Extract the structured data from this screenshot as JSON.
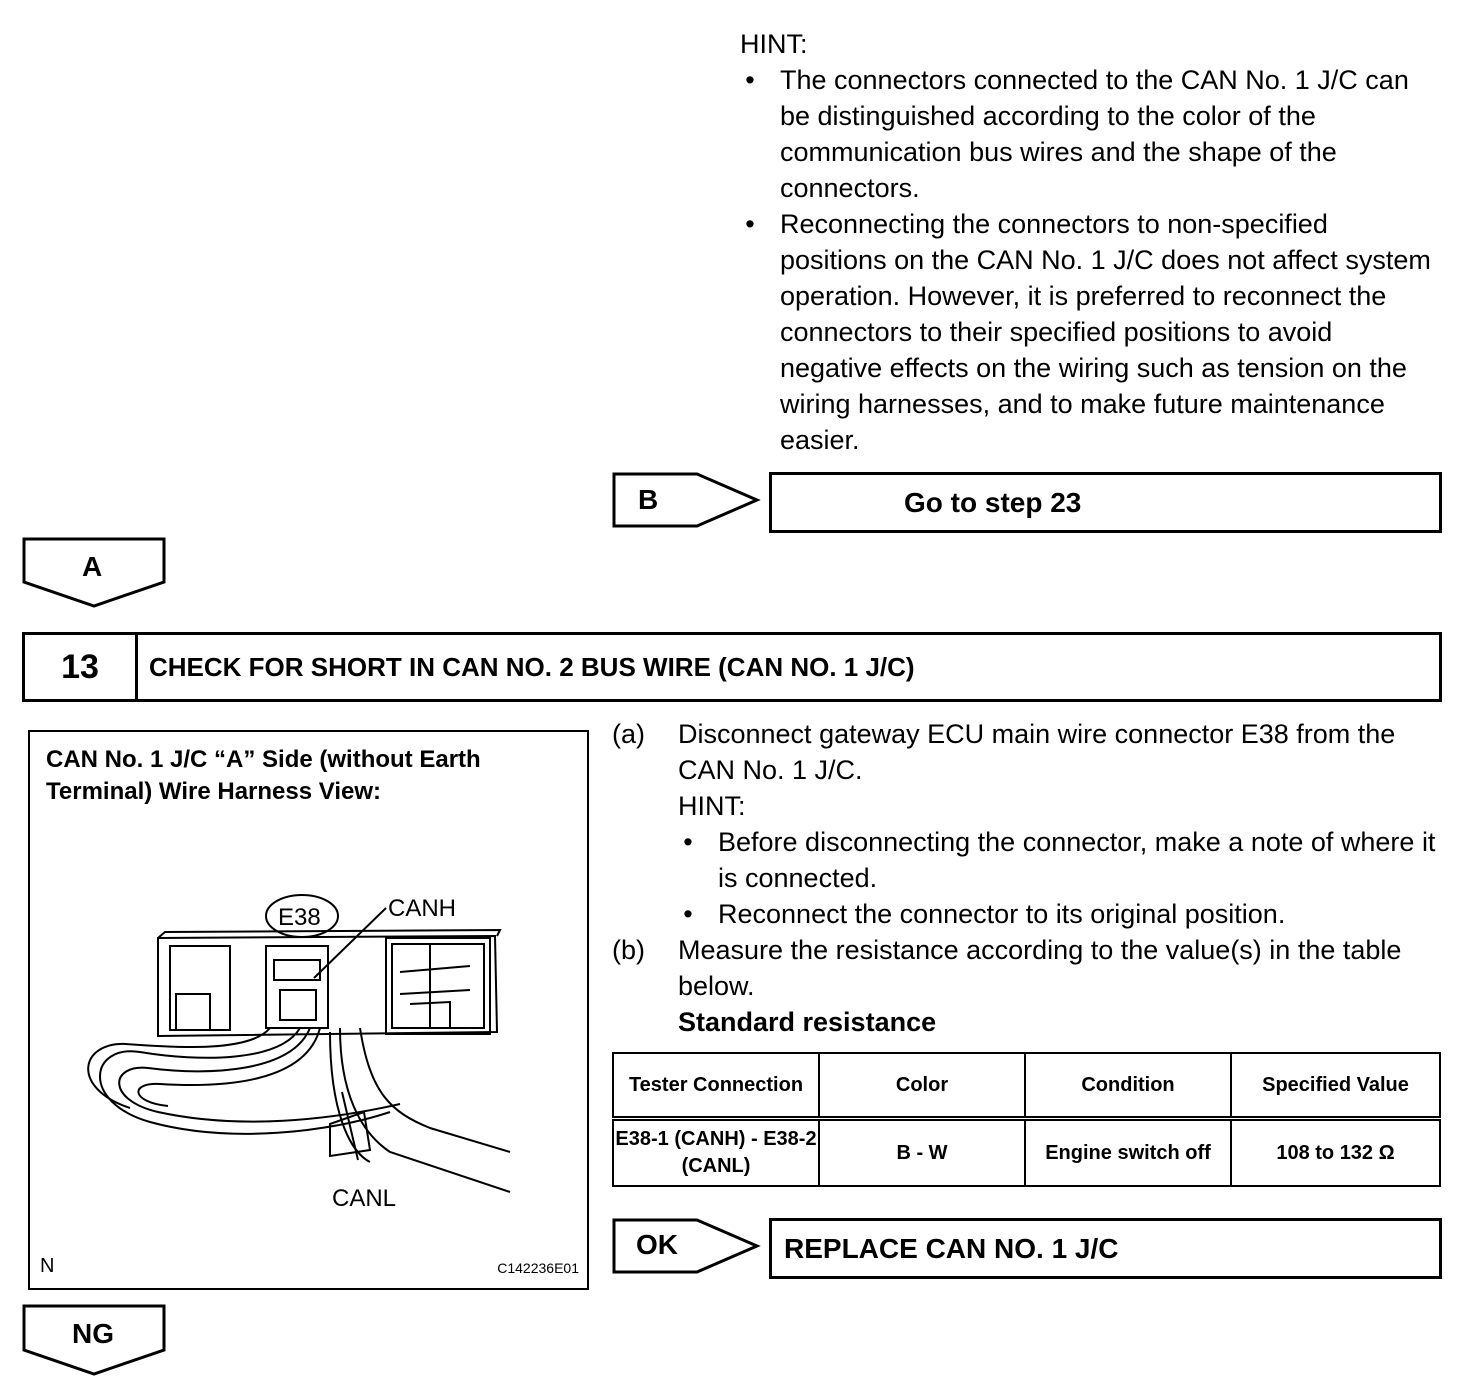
{
  "hint_top": {
    "title": "HINT:",
    "bullets": [
      "The connectors connected to the CAN No. 1 J/C can be distinguished according to the color of the communication bus wires and the shape of the connectors.",
      "Reconnecting the connectors to non-specified positions on the CAN No. 1 J/C does not affect system operation. However, it is preferred to reconnect the connectors to their specified positions to avoid negative effects on the wiring such as tension on the wiring harnesses, and to make future maintenance easier."
    ]
  },
  "branch_b": {
    "label": "B",
    "result": "Go to step 23"
  },
  "branch_a": {
    "label": "A"
  },
  "step": {
    "number": "13",
    "title": "CHECK FOR SHORT IN CAN NO. 2 BUS WIRE (CAN NO. 1 J/C)"
  },
  "illustration": {
    "caption_line1": "CAN No. 1 J/C “A” Side (without Earth",
    "caption_line2": "Terminal) Wire Harness View:",
    "connector": "E38",
    "label_canh": "CANH",
    "label_canl": "CANL",
    "corner_n": "N",
    "code": "C142236E01"
  },
  "procedure": {
    "a": {
      "label": "(a)",
      "text": "Disconnect gateway ECU main wire connector E38 from the CAN No. 1 J/C.",
      "hint_title": "HINT:",
      "hints": [
        "Before disconnecting the connector, make a note of where it is connected.",
        "Reconnect the connector to its original position."
      ]
    },
    "b": {
      "label": "(b)",
      "text": "Measure the resistance according to the value(s) in the table below.",
      "std": "Standard resistance"
    }
  },
  "table": {
    "headers": [
      "Tester Connection",
      "Color",
      "Condition",
      "Specified Value"
    ],
    "row": [
      "E38-1 (CANH) - E38-2 (CANL)",
      "B - W",
      "Engine switch off",
      "108 to 132 Ω"
    ]
  },
  "branch_ok": {
    "label": "OK",
    "result": "REPLACE CAN NO. 1 J/C"
  },
  "branch_ng": {
    "label": "NG"
  }
}
